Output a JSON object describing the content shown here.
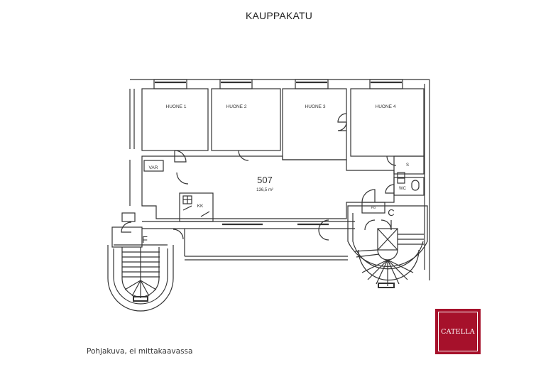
{
  "street_name": "KAUPPAKATU",
  "unit": {
    "number": "507",
    "area": "136,5 m²"
  },
  "rooms": [
    {
      "label": "HUONE 1"
    },
    {
      "label": "HUONE 2"
    },
    {
      "label": "HUONE 3"
    },
    {
      "label": "HUONE 4"
    },
    {
      "label": "VAR"
    },
    {
      "label": "KK"
    },
    {
      "label": "S"
    },
    {
      "label": "WC"
    },
    {
      "label": "PO"
    }
  ],
  "stairwells": [
    {
      "label": "F"
    },
    {
      "label": "C"
    }
  ],
  "caption": "Pohjakuva, ei mittakaavassa",
  "logo": {
    "text": "CATELLA",
    "color": "#a6112b"
  }
}
